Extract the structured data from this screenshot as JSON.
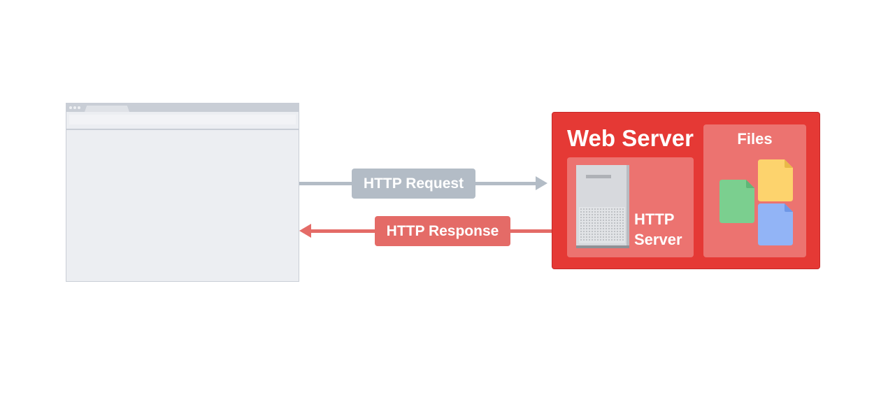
{
  "browser": {
    "icon": "browser-window-icon"
  },
  "request": {
    "label": "HTTP Request",
    "color": "#b3bcc6"
  },
  "response": {
    "label": "HTTP Response",
    "color": "#e46b67"
  },
  "web_server": {
    "title": "Web Server",
    "color": "#e53935",
    "http_server": {
      "line1": "HTTP",
      "line2": "Server",
      "icon": "server-tower-icon"
    },
    "files": {
      "title": "Files",
      "icons": [
        {
          "name": "green-file-icon",
          "color": "#7bcf8f"
        },
        {
          "name": "yellow-file-icon",
          "color": "#fdd36d"
        },
        {
          "name": "blue-file-icon",
          "color": "#92b4f6"
        }
      ]
    }
  }
}
